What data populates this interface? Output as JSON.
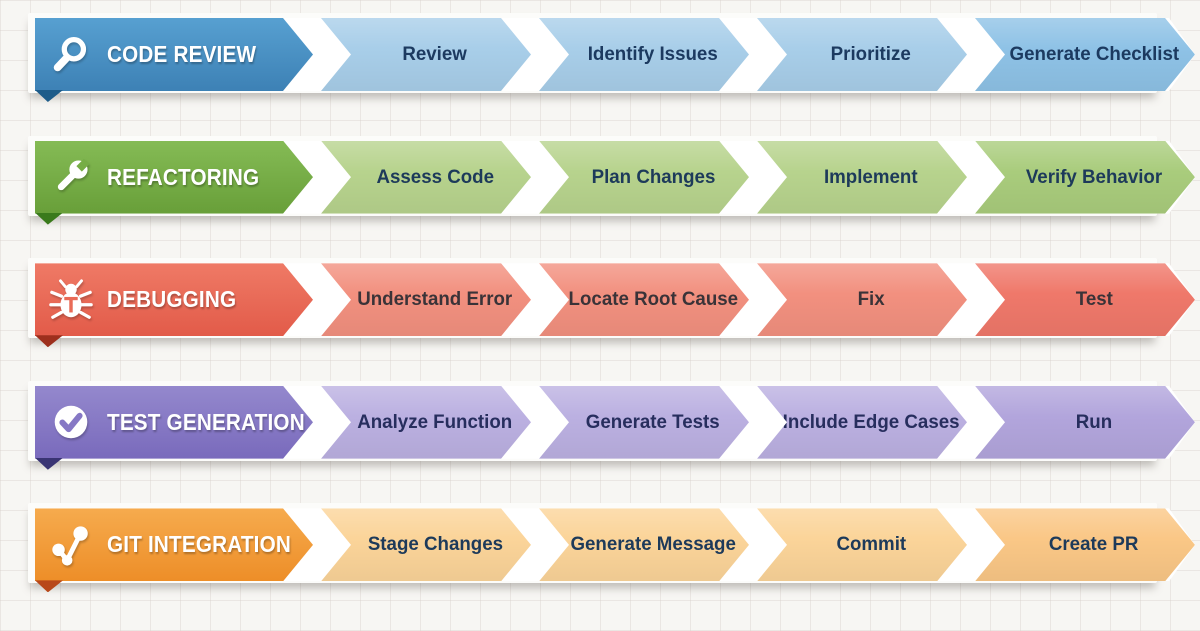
{
  "page": {
    "background": "#f7f6f3",
    "grid_line_color": "#d6cec7"
  },
  "rows": [
    {
      "title": "CODE REVIEW",
      "icon": "magnifier-icon",
      "steps": [
        "Review",
        "Identify Issues",
        "Prioritize",
        "Generate Checklist"
      ],
      "colors": {
        "header_top": "#57a0d1",
        "header_bottom": "#3d81b5",
        "fold": "#1e5c8a",
        "step": "#a8cee9",
        "step_last": "#8ec2e6",
        "step_text": "#1c3a60",
        "accent": "#4690c5"
      }
    },
    {
      "title": "REFACTORING",
      "icon": "wrench-icon",
      "steps": [
        "Assess Code",
        "Plan Changes",
        "Implement",
        "Verify Behavior"
      ],
      "colors": {
        "header_top": "#85bb55",
        "header_bottom": "#689f39",
        "fold": "#3a7a1c",
        "step": "#b7d38d",
        "step_last": "#a9cc7c",
        "step_text": "#1d3a5a",
        "accent": "#76ad46"
      }
    },
    {
      "title": "DEBUGGING",
      "icon": "bug-icon",
      "steps": [
        "Understand Error",
        "Locate Root Cause",
        "Fix",
        "Test"
      ],
      "colors": {
        "header_top": "#ef7a66",
        "header_bottom": "#e25b49",
        "fold": "#9d2f1d",
        "step": "#f2907f",
        "step_last": "#ef786a",
        "step_text": "#3a3338",
        "accent": "#e96b57"
      }
    },
    {
      "title": "TEST GENERATION",
      "icon": "check-circle-icon",
      "steps": [
        "Analyze Function",
        "Generate Tests",
        "Include Edge Cases",
        "Run"
      ],
      "colors": {
        "header_top": "#9488cd",
        "header_bottom": "#796abc",
        "fold": "#393473",
        "step": "#bbb0e1",
        "step_last": "#b2a5dc",
        "step_text": "#272e5e",
        "accent": "#8678c5"
      }
    },
    {
      "title": "GIT INTEGRATION",
      "icon": "git-branch-icon",
      "steps": [
        "Stage Changes",
        "Generate Message",
        "Commit",
        "Create PR"
      ],
      "colors": {
        "header_top": "#f6ab4e",
        "header_bottom": "#ed8e28",
        "fold": "#b8481a",
        "step": "#fbd499",
        "step_last": "#fac786",
        "step_text": "#1d3a5a",
        "accent": "#f29b39"
      }
    }
  ]
}
